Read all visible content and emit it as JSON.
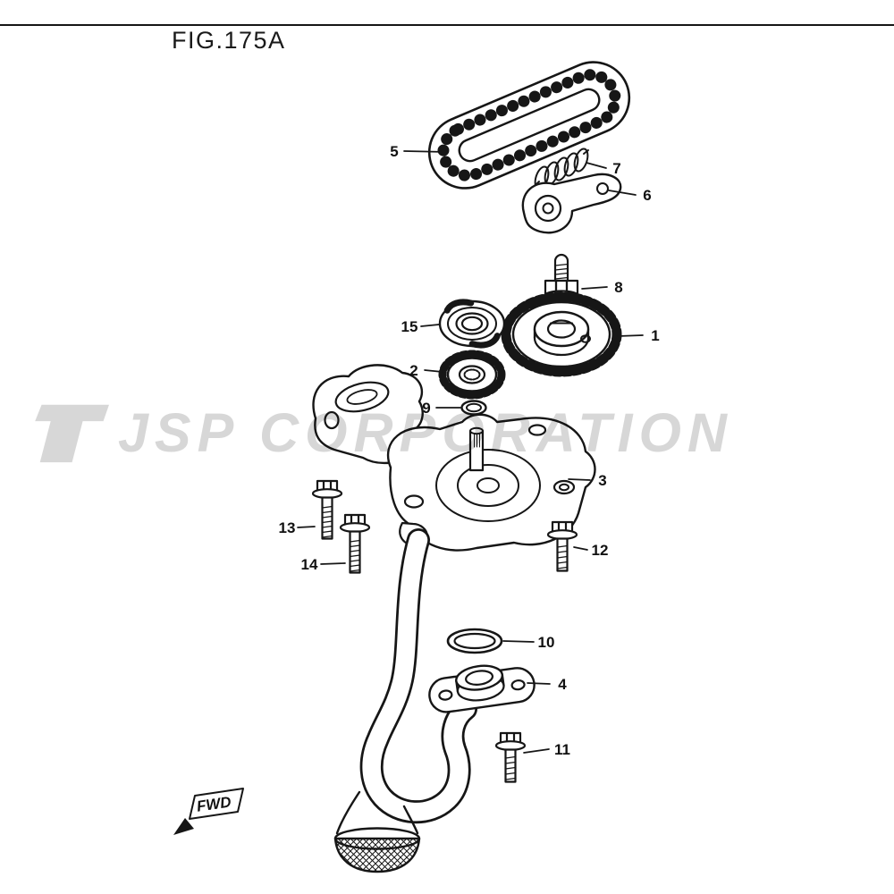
{
  "page": {
    "title": "FIG.175A",
    "watermark": "JSP CORPORATION",
    "fwd_label": "FWD"
  },
  "diagram": {
    "labels": {
      "n1": "1",
      "n2": "2",
      "n3": "3",
      "n4": "4",
      "n5": "5",
      "n6": "6",
      "n7": "7",
      "n8": "8",
      "n9": "9",
      "n10": "10",
      "n11": "11",
      "n12": "12",
      "n13": "13",
      "n14": "14",
      "n15": "15"
    }
  },
  "colors": {
    "ink": "#161616",
    "watermark_gray": "#d7d7d7",
    "background": "#ffffff"
  }
}
